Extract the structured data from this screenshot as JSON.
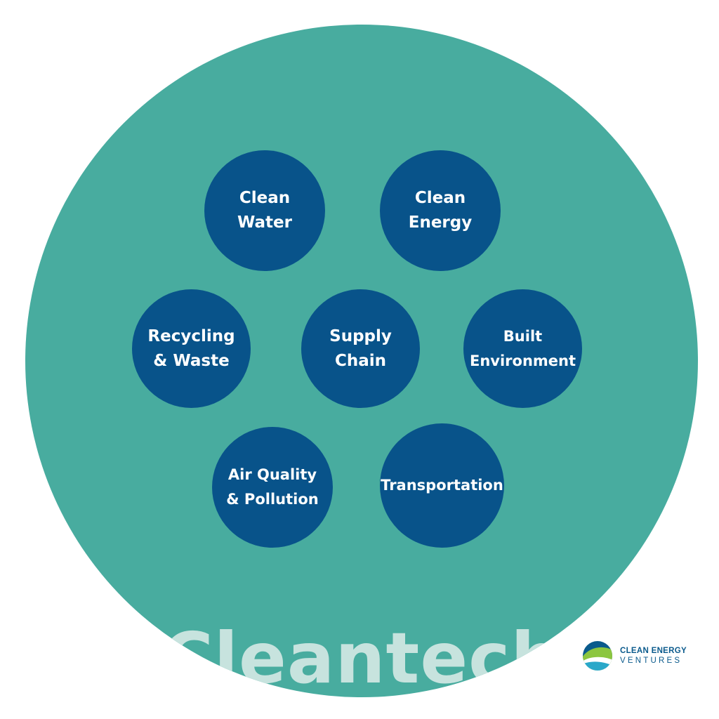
{
  "diagram": {
    "outer_label": "Cleantech",
    "nodes": [
      {
        "id": "clean-water",
        "lines": [
          "Clean",
          "Water"
        ]
      },
      {
        "id": "clean-energy",
        "lines": [
          "Clean",
          "Energy"
        ]
      },
      {
        "id": "recycling-waste",
        "lines": [
          "Recycling",
          "& Waste"
        ]
      },
      {
        "id": "supply-chain",
        "lines": [
          "Supply",
          "Chain"
        ]
      },
      {
        "id": "built-environment",
        "lines": [
          "Built",
          "Environment"
        ]
      },
      {
        "id": "air-quality",
        "lines": [
          "Air Quality",
          "& Pollution"
        ]
      },
      {
        "id": "transportation",
        "lines": [
          "Transportation"
        ]
      }
    ]
  },
  "logo": {
    "line1": "CLEAN ENERGY",
    "line2": "VENTURES",
    "icon": "clean-energy-ventures-logo-icon"
  },
  "colors": {
    "outer_circle": "#48ac9f",
    "node_circle": "#08538a",
    "outer_label": "#c7e3de",
    "logo_text": "#0a5a8c"
  }
}
